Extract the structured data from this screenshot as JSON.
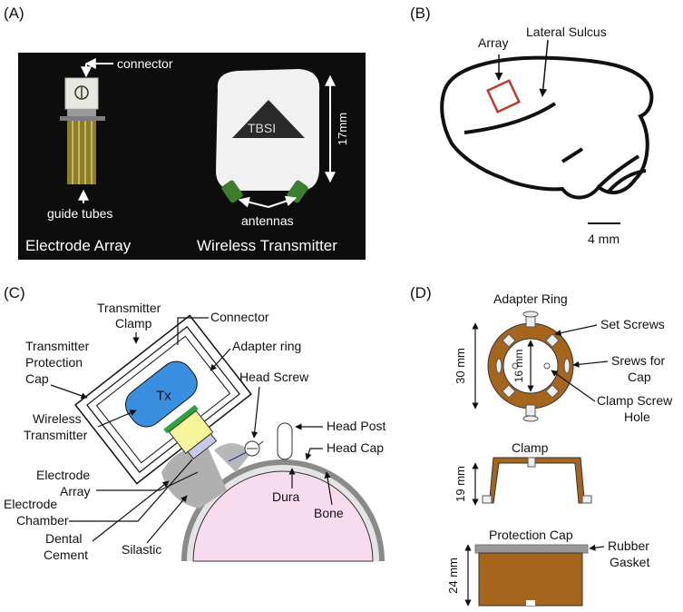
{
  "panel_a": {
    "tag": "(A)",
    "connector": "connector",
    "guide_tubes": "guide tubes",
    "antennas": "antennas",
    "size": "17mm",
    "logo": "TBSI",
    "caption_left": "Electrode Array",
    "caption_right": "Wireless Transmitter"
  },
  "panel_b": {
    "tag": "(B)",
    "array": "Array",
    "lateral_sulcus": "Lateral Sulcus",
    "scale": "4 mm"
  },
  "panel_c": {
    "tag": "(C)",
    "transmitter_clamp_1": "Transmitter",
    "transmitter_clamp_2": "Clamp",
    "connector": "Connector",
    "protection_cap_1": "Transmitter",
    "protection_cap_2": "Protection",
    "protection_cap_3": "Cap",
    "adapter_ring": "Adapter ring",
    "head_screw": "Head Screw",
    "head_post": "Head Post",
    "head_cap": "Head Cap",
    "wireless_1": "Wireless",
    "wireless_2": "Transmitter",
    "tx": "Tx",
    "electrode_array_1": "Electrode",
    "electrode_array_2": "Array",
    "electrode_chamber_1": "Electrode",
    "electrode_chamber_2": "Chamber",
    "dental_cement_1": "Dental",
    "dental_cement_2": "Cement",
    "silastic": "Silastic",
    "dura": "Dura",
    "bone": "Bone"
  },
  "panel_d": {
    "tag": "(D)",
    "adapter_ring": "Adapter Ring",
    "set_screws": "Set Screws",
    "screws_cap_1": "Srews for",
    "screws_cap_2": "Cap",
    "clamp_hole_1": "Clamp Screw",
    "clamp_hole_2": "Hole",
    "ring_outer": "30 mm",
    "ring_inner": "16 mm",
    "clamp": "Clamp",
    "clamp_dim": "19 mm",
    "protection_cap": "Protection Cap",
    "rubber_1": "Rubber",
    "rubber_2": "Gasket",
    "cap_dim": "24 mm"
  },
  "colors": {
    "photo_bg": "#0d0d0d",
    "brain_box": "#c0392b",
    "transmitter_blue": "#3a8fe0",
    "brown": "#a5651d",
    "pink": "#f6dcee",
    "bone_gray": "#8a8a8a"
  }
}
